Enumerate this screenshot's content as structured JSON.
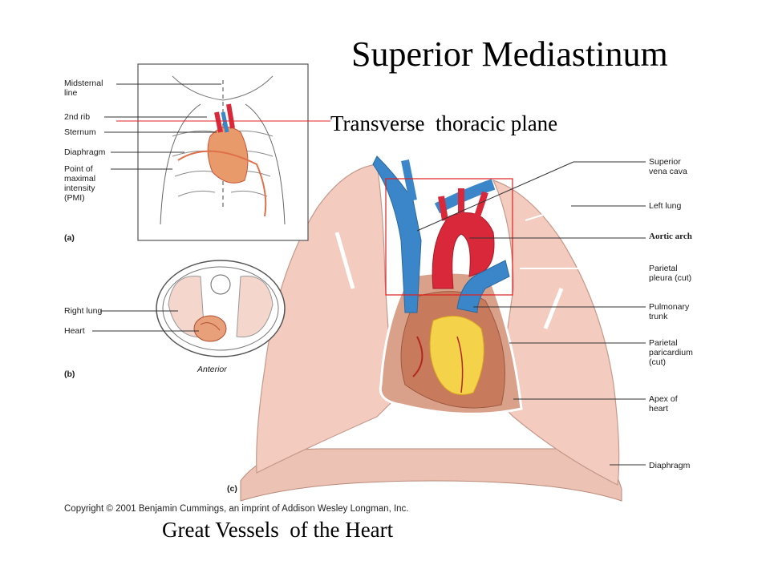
{
  "slide": {
    "title": "Superior Mediastinum",
    "plane_label": "Transverse  thoracic plane",
    "caption": "Great Vessels  of the Heart",
    "copyright": "Copyright © 2001 Benjamin Cummings, an imprint of Addison Wesley Longman, Inc."
  },
  "panel_a": {
    "tag": "(a)",
    "labels": {
      "midsternal": "Midsternal\nline",
      "rib2": "2nd rib",
      "sternum": "Sternum",
      "diaphragm": "Diaphragm",
      "pmi": "Point of\nmaximal\nintensity\n(PMI)"
    }
  },
  "panel_b": {
    "tag": "(b)",
    "labels": {
      "right_lung": "Right lung",
      "heart": "Heart",
      "anterior": "Anterior"
    }
  },
  "panel_c": {
    "tag": "(c)",
    "labels": {
      "svc": "Superior\nvena cava",
      "left_lung": "Left lung",
      "aortic_arch": "Aortic arch",
      "parietal_pleura": "Parietal\npleura (cut)",
      "pulmonary_trunk": "Pulmonary\ntrunk",
      "parietal_pericardium": "Parietal\nparicardium\n(cut)",
      "apex": "Apex of\nheart",
      "diaphragm": "Diaphragm"
    }
  },
  "colors": {
    "highlight_box": "#e02020",
    "lung": "#f2c9bd",
    "vein": "#3a86c8",
    "artery": "#d8283a",
    "heart_fat": "#f4d24a"
  }
}
